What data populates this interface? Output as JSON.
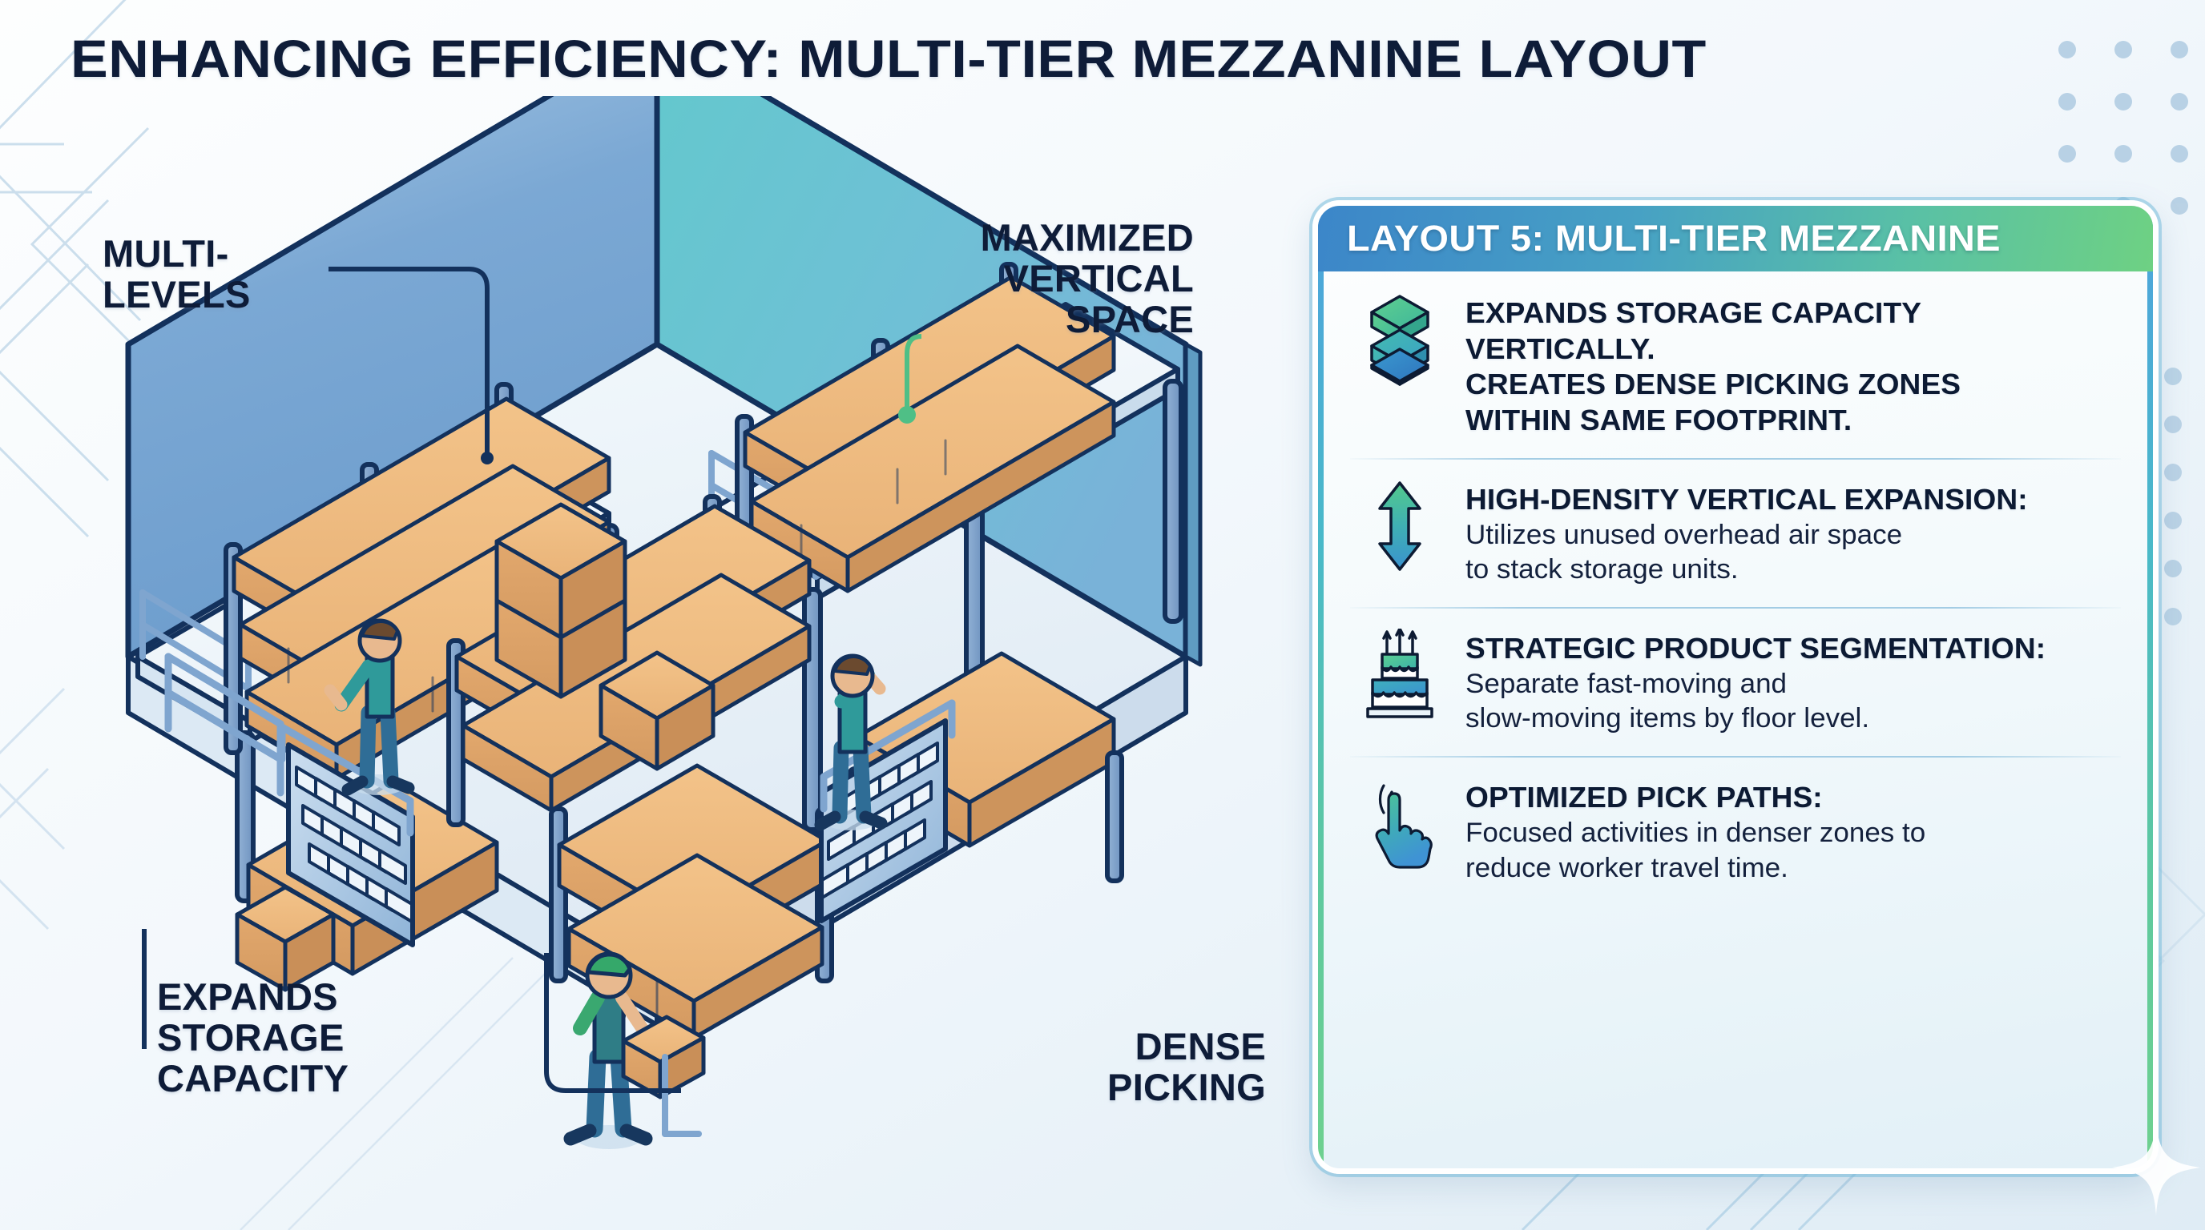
{
  "page": {
    "title": "ENHANCING EFFICIENCY: MULTI-TIER MEZZANINE LAYOUT",
    "background_color": "#f2f7fb",
    "title_color": "#0e1c38"
  },
  "illustration": {
    "name": "isometric-multi-tier-mezzanine-warehouse",
    "wall_color_left": "#7ba8d4",
    "wall_color_right": "#63c3c9",
    "rack_color": "#7fa5cf",
    "box_color": "#e8b077",
    "floor_color": "#eef5fa",
    "outline_color": "#13315c",
    "workers": [
      {
        "name": "worker-upper-left",
        "shirt": "#2f9a9a",
        "pants": "#2f6d96"
      },
      {
        "name": "worker-upper-right",
        "shirt": "#2f9a9a",
        "pants": "#2f6d96"
      },
      {
        "name": "worker-ground-with-box",
        "shirt": "#3aa870",
        "helmet": "#35a86a",
        "pants": "#2f6d96"
      }
    ]
  },
  "callouts": [
    {
      "id": "multi-levels",
      "text": "MULTI-\nLEVELS",
      "leader_color": "#13315c"
    },
    {
      "id": "maximized-vertical",
      "text": "MAXIMIZED\nVERTICAL\nSPACE",
      "leader_color": "#4fbf86"
    },
    {
      "id": "expands-storage",
      "text": "EXPANDS\nSTORAGE\nCAPACITY",
      "leader_color": "#13315c"
    },
    {
      "id": "dense-picking",
      "text": "DENSE\nPICKING",
      "leader_color": "#13315c"
    }
  ],
  "card": {
    "header": "LAYOUT 5: MULTI-TIER MEZZANINE",
    "header_gradient_from": "#3c86c9",
    "header_gradient_to": "#6ed183",
    "border_color": "#ffffff",
    "accent_color": "#4da3dd",
    "features": [
      {
        "icon": "stacked-cubes-icon",
        "title": "EXPANDS STORAGE CAPACITY\nVERTICALLY.\nCREATES DENSE PICKING ZONES\nWITHIN SAME FOOTPRINT.",
        "desc": ""
      },
      {
        "icon": "double-arrow-vertical-icon",
        "title": "HIGH-DENSITY VERTICAL EXPANSION:",
        "desc": "Utilizes unused overhead air space\nto stack storage units."
      },
      {
        "icon": "tiered-cake-icon",
        "title": "STRATEGIC PRODUCT SEGMENTATION:",
        "desc": "Separate fast-moving and\nslow-moving items by floor level."
      },
      {
        "icon": "tap-hand-icon",
        "title": "OPTIMIZED PICK PATHS:",
        "desc": "Focused activities in denser zones to\nreduce worker travel time."
      }
    ]
  }
}
